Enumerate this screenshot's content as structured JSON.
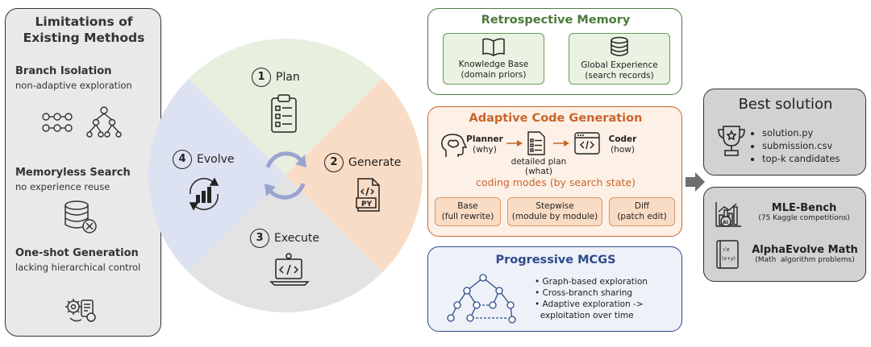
{
  "limitations": {
    "title_line1": "Limitations of",
    "title_line2": "Existing Methods",
    "items": [
      {
        "heading": "Branch Isolation",
        "sub": "non-adaptive exploration"
      },
      {
        "heading": "Memoryless Search",
        "sub": "no experience reuse"
      },
      {
        "heading": "One-shot Generation",
        "sub": "lacking hierarchical control"
      }
    ]
  },
  "cycle": {
    "steps": [
      {
        "num": "1",
        "label": "Plan"
      },
      {
        "num": "2",
        "label": "Generate"
      },
      {
        "num": "3",
        "label": "Execute"
      },
      {
        "num": "4",
        "label": "Evolve"
      }
    ],
    "py_label": "PY"
  },
  "retrospective": {
    "title": "Retrospective Memory",
    "kb_line1": "Knowledge Base",
    "kb_line2": "(domain priors)",
    "ge_line1": "Global Experience",
    "ge_line2": "(search records)"
  },
  "adaptive": {
    "title": "Adaptive Code Generation",
    "planner": "Planner",
    "planner_sub": "(why)",
    "plan_label_1": "detailed plan",
    "plan_label_2": "(what)",
    "coder": "Coder",
    "coder_sub": "(how)",
    "modes_title": "coding modes (by search state)",
    "modes": [
      {
        "name": "Base",
        "desc": "(full rewrite)"
      },
      {
        "name": "Stepwise",
        "desc": "(module by module)"
      },
      {
        "name": "Diff",
        "desc": "(patch edit)"
      }
    ]
  },
  "mcgs": {
    "title": "Progressive MCGS",
    "bullets": [
      "Graph-based exploration",
      "Cross-branch sharing",
      "Adaptive exploration ->",
      "exploitation over time"
    ]
  },
  "best": {
    "title": "Best solution",
    "items": [
      "solution.py",
      "submission.csv",
      "top-k candidates"
    ]
  },
  "benchmarks": {
    "mle_title": "MLE-Bench",
    "mle_sub": "(75 Kaggle competitions)",
    "alpha_title": "AlphaEvolve Math",
    "alpha_sub": "(Math  algorithm problems)",
    "alpha_icon_text": "√x (x+y)"
  },
  "colors": {
    "green": "#4a7a3a",
    "orange": "#c8652a",
    "blue": "#2e4a8a",
    "plan_sector": "#e7f0df",
    "generate_sector": "#f9dcc5",
    "execute_sector": "#e3e3e3",
    "evolve_sector": "#dde2f2"
  }
}
